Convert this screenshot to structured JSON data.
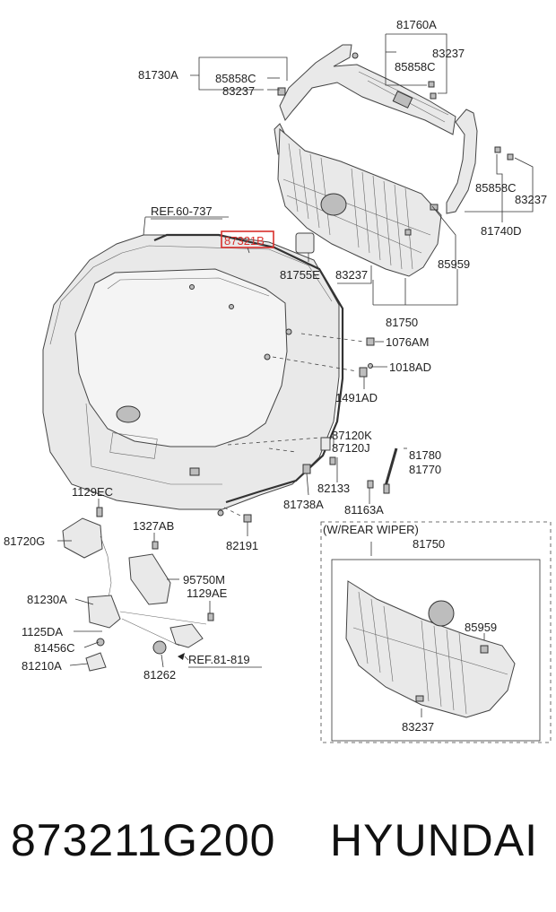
{
  "labels": {
    "l81760A": "81760A",
    "l83237a": "83237",
    "l85858Ca": "85858C",
    "l81730A": "81730A",
    "l85858Cb": "85858C",
    "l83237b": "83237",
    "l85858Cc": "85858C",
    "l83237c": "83237",
    "l81740D": "81740D",
    "lref60": "REF.60-737",
    "l87321B": "87321B",
    "l81755E": "81755E",
    "l83237d": "83237",
    "l85959a": "85959",
    "l81750a": "81750",
    "l1076AM": "1076AM",
    "l1018AD": "1018AD",
    "l1491AD": "1491AD",
    "l87120K": "87120K",
    "l87120J": "87120J",
    "l81780": "81780",
    "l81770": "81770",
    "l1129EC": "1129EC",
    "l82133": "82133",
    "l81738A": "81738A",
    "l81163A": "81163A",
    "l81720G": "81720G",
    "l1327AB": "1327AB",
    "l82191": "82191",
    "l95750M": "95750M",
    "l1129AE": "1129AE",
    "l81230A": "81230A",
    "l1125DA": "1125DA",
    "l81456C": "81456C",
    "l81210A": "81210A",
    "lref81": "REF.81-819",
    "l81262": "81262",
    "lwiper": "(W/REAR WIPER)",
    "l81750b": "81750",
    "l85959b": "85959",
    "l83237e": "83237"
  },
  "highlight_color": "#d9302c",
  "footer": {
    "part_number": "873211G200",
    "brand": "HYUNDAI"
  }
}
